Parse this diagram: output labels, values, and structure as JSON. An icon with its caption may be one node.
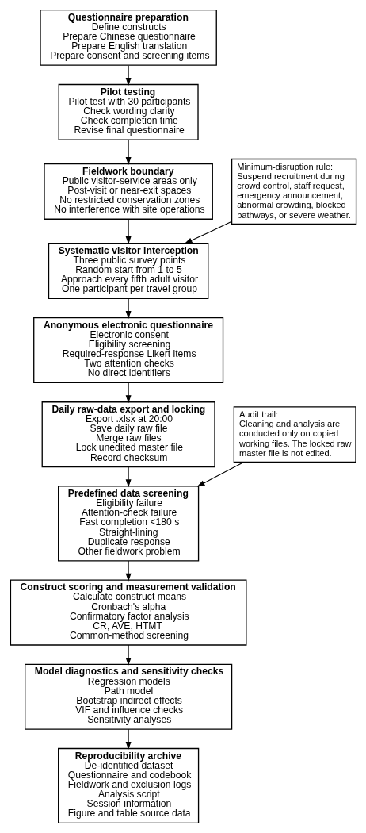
{
  "diagram": {
    "nodes": [
      {
        "text": [
          "Questionnaire preparation",
          "Define constructs",
          "Prepare Chinese questionnaire",
          "Prepare English translation",
          "Prepare consent and screening items"
        ]
      },
      {
        "text": [
          "Pilot testing",
          "Pilot test with 30 participants",
          "Check wording clarity",
          "Check completion time",
          "Revise final questionnaire"
        ]
      },
      {
        "text": [
          "Fieldwork boundary",
          "Public visitor-service areas only",
          "Post-visit or near-exit spaces",
          "No restricted conservation zones",
          "No interference with site operations"
        ]
      },
      {
        "text": [
          "Minimum-disruption rule:",
          "Suspend recruitment during crowd control, staff request, emergency announcement, abnormal crowding, blocked pathways, or severe weather."
        ]
      },
      {
        "text": [
          "Systematic visitor interception",
          "Three public survey points",
          "Random start from 1 to 5",
          "Approach every fifth adult visitor",
          "One participant per travel group"
        ]
      },
      {
        "text": [
          "Anonymous electronic questionnaire",
          "Electronic consent",
          "Eligibility screening",
          "Required-response Likert items",
          "Two attention checks",
          "No direct identifiers"
        ]
      },
      {
        "text": [
          "Daily raw-data export and locking",
          "Export .xlsx at 20:00",
          "Save daily raw file",
          "Merge raw files",
          "Lock unedited master file",
          "Record checksum"
        ]
      },
      {
        "text": [
          "Audit trail:",
          "Cleaning and analysis are conducted only on copied working files. The locked raw master file is not edited."
        ]
      },
      {
        "text": [
          "Predefined data screening",
          "Eligibility failure",
          "Attention-check failure",
          "Fast completion <180 s",
          "Straight-lining",
          "Duplicate response",
          "Other fieldwork problem"
        ]
      },
      {
        "text": [
          "Construct scoring and measurement validation",
          "Calculate construct means",
          "Cronbach's alpha",
          "Confirmatory factor analysis",
          "CR, AVE, HTMT",
          "Common-method screening"
        ]
      },
      {
        "text": [
          "Model diagnostics and sensitivity checks",
          "Regression models",
          "Path model",
          "Bootstrap indirect effects",
          "VIF and influence checks",
          "Sensitivity analyses"
        ]
      },
      {
        "text": [
          "Reproducibility archive",
          "De-identified dataset",
          "Questionnaire and codebook",
          "Fieldwork and exclusion logs",
          "Analysis script",
          "Session information",
          "Figure and table source data"
        ]
      }
    ],
    "edges": [
      {
        "from": 0,
        "to": 1,
        "arrow": "to"
      },
      {
        "from": 1,
        "to": 2,
        "arrow": "to"
      },
      {
        "from": 2,
        "to": 4,
        "arrow": "to"
      },
      {
        "from": 3,
        "to": 4,
        "arrow": "to"
      },
      {
        "from": 4,
        "to": 5,
        "arrow": "to"
      },
      {
        "from": 5,
        "to": 6,
        "arrow": "to"
      },
      {
        "from": 6,
        "to": 8,
        "arrow": "to"
      },
      {
        "from": 7,
        "to": 8,
        "arrow": "to"
      },
      {
        "from": 8,
        "to": 9,
        "arrow": "to"
      },
      {
        "from": 9,
        "to": 10,
        "arrow": "to"
      },
      {
        "from": 10,
        "to": 11,
        "arrow": "to"
      }
    ]
  }
}
